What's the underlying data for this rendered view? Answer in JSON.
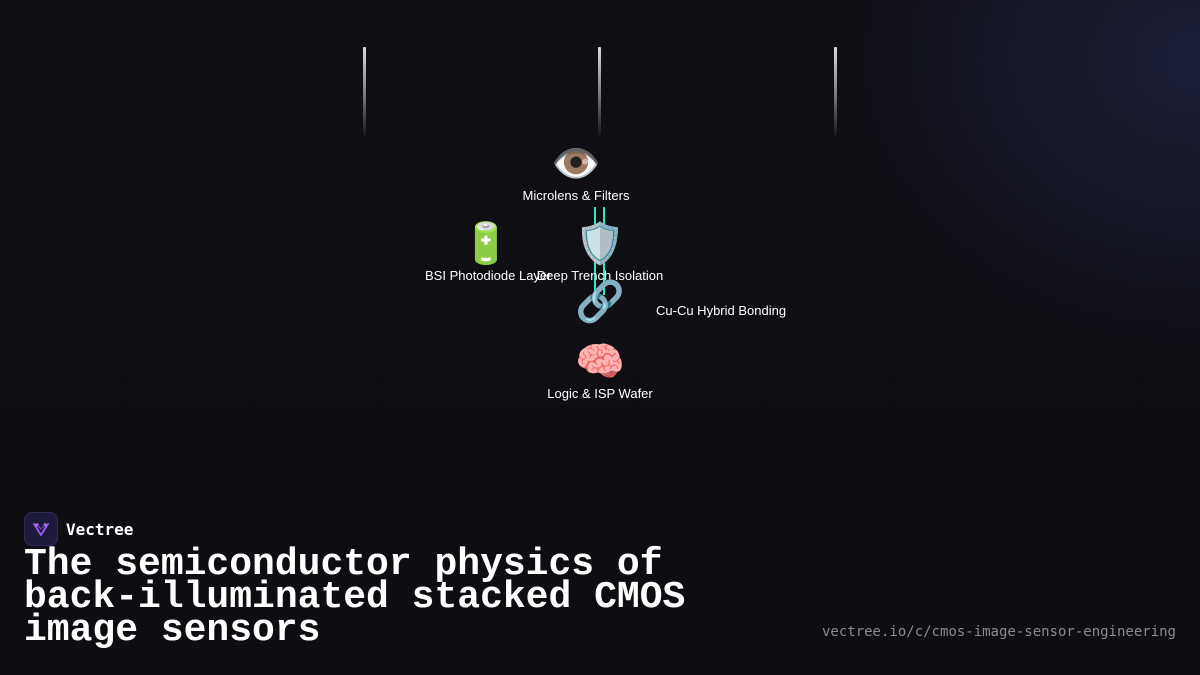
{
  "diagram": {
    "nodes": [
      {
        "id": "microlens",
        "icon": "eye-icon",
        "glyph": "👁️",
        "label": "Microlens & Filters"
      },
      {
        "id": "photodiode",
        "icon": "battery-icon",
        "glyph": "🔋",
        "label": "BSI Photodiode Layer"
      },
      {
        "id": "trench",
        "icon": "shield-icon",
        "glyph": "🛡️",
        "label": "Deep Trench Isolation"
      },
      {
        "id": "bonding",
        "icon": "link-icon",
        "glyph": "🔗",
        "label": "Cu-Cu Hybrid Bonding"
      },
      {
        "id": "logic",
        "icon": "brain-icon",
        "glyph": "🧠",
        "label": "Logic & ISP Wafer"
      }
    ],
    "connector_color": "#2ee6c8"
  },
  "brand": {
    "name": "Vectree",
    "logo_icon": "vectree-logo-icon",
    "accent": "#7b4bd6"
  },
  "title": "The semiconductor physics of back-illuminated stacked CMOS image sensors",
  "url": "vectree.io/c/cmos-image-sensor-engineering"
}
